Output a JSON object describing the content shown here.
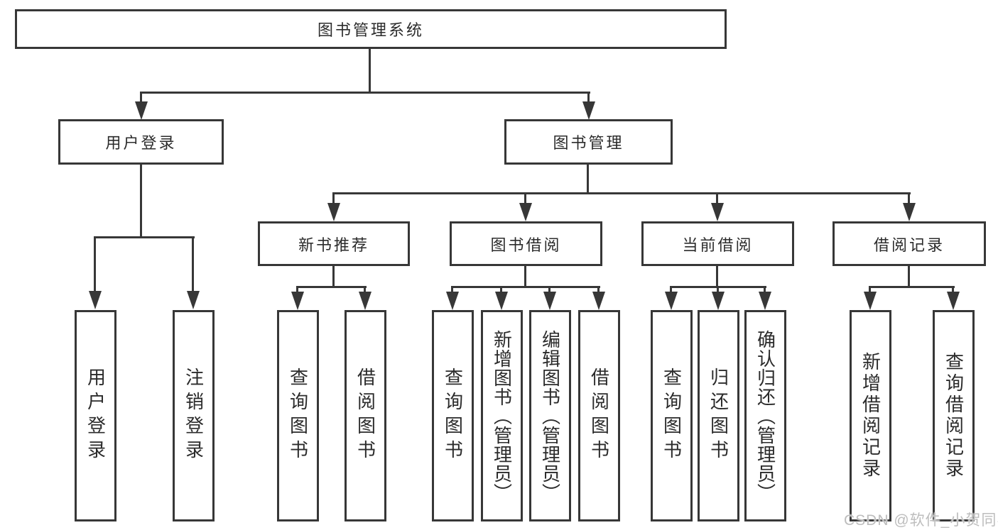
{
  "nodes": {
    "root": "图书管理系统",
    "level1": [
      {
        "label": "用户登录",
        "parent": "图书管理系统"
      },
      {
        "label": "图书管理",
        "parent": "图书管理系统"
      }
    ],
    "level2": [
      {
        "label": "新书推荐",
        "parent": "图书管理"
      },
      {
        "label": "图书借阅",
        "parent": "图书管理"
      },
      {
        "label": "当前借阅",
        "parent": "图书管理"
      },
      {
        "label": "借阅记录",
        "parent": "图书管理"
      }
    ],
    "leaves": [
      {
        "label": "用户登录",
        "parent": "用户登录"
      },
      {
        "label": "注销登录",
        "parent": "用户登录"
      },
      {
        "label": "查询图书",
        "parent": "新书推荐"
      },
      {
        "label": "借阅图书",
        "parent": "新书推荐"
      },
      {
        "label": "查询图书",
        "parent": "图书借阅"
      },
      {
        "label": "新增图书（管理员）",
        "parent": "图书借阅"
      },
      {
        "label": "编辑图书（管理员）",
        "parent": "图书借阅"
      },
      {
        "label": "借阅图书",
        "parent": "图书借阅"
      },
      {
        "label": "查询图书",
        "parent": "当前借阅"
      },
      {
        "label": "归还图书",
        "parent": "当前借阅"
      },
      {
        "label": "确认归还（管理员）",
        "parent": "当前借阅"
      },
      {
        "label": "新增借阅记录",
        "parent": "借阅记录"
      },
      {
        "label": "查询借阅记录",
        "parent": "借阅记录"
      }
    ]
  },
  "watermark": {
    "text": "CSDN @软件_小贺同学"
  },
  "colors": {
    "line": "#373737",
    "text": "#2b2b2b",
    "background": "#ffffff",
    "watermark": "#bdbdbd"
  }
}
